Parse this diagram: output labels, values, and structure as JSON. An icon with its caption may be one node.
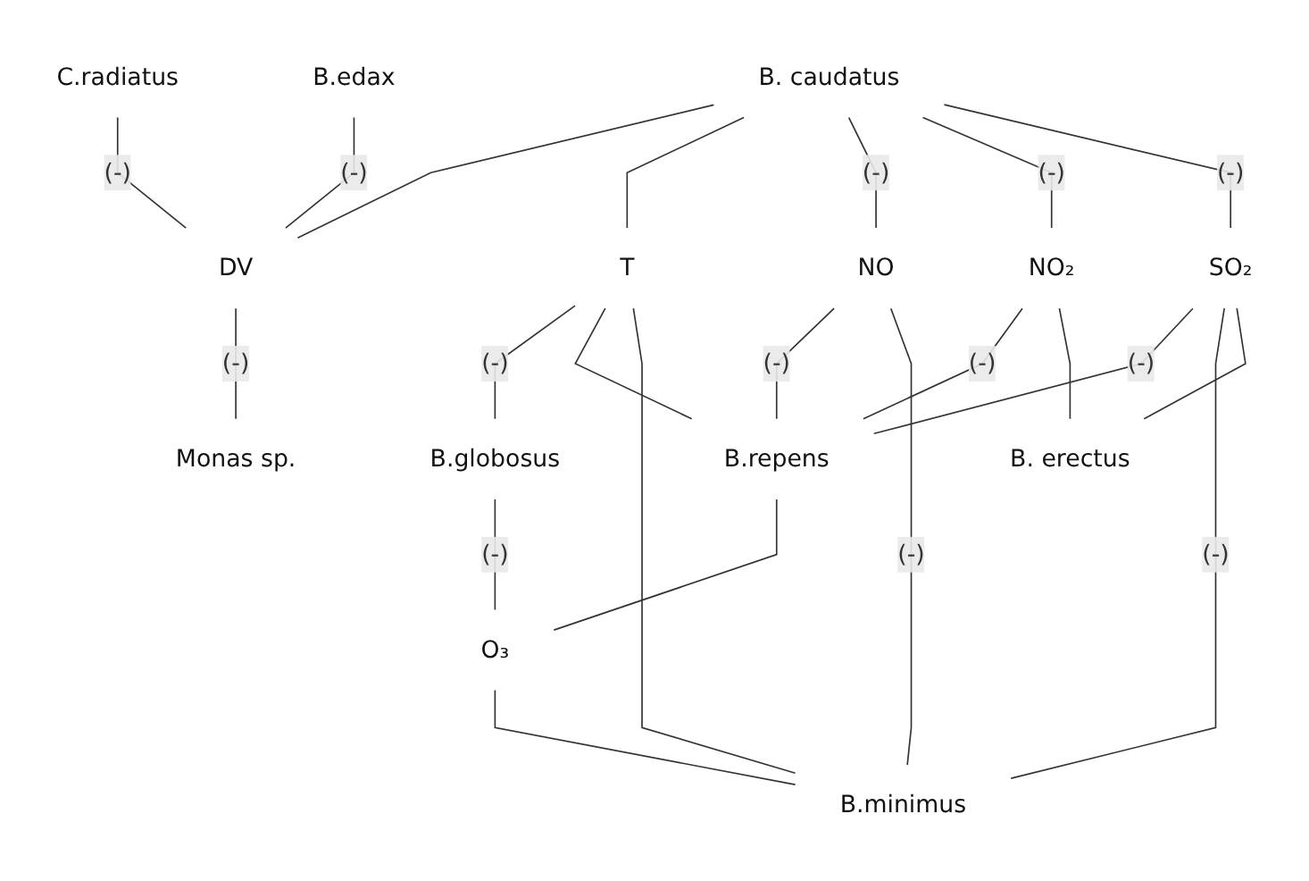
{
  "diagram": {
    "nodes": [
      {
        "text": [
          "B. caudatus"
        ]
      },
      {
        "text": [
          "C.radiatus"
        ]
      },
      {
        "text": [
          "B.edax"
        ]
      },
      {
        "text": [
          "T"
        ]
      },
      {
        "text": [
          "NO"
        ]
      },
      {
        "text": [
          "NO₂"
        ]
      },
      {
        "text": [
          "SO₂"
        ]
      },
      {
        "text": [
          "DV"
        ]
      },
      {
        "text": [
          "Monas sp."
        ]
      },
      {
        "text": [
          "B.globosus"
        ]
      },
      {
        "text": [
          "B.repens"
        ]
      },
      {
        "text": [
          "B. erectus"
        ]
      },
      {
        "text": [
          "O₃"
        ]
      },
      {
        "text": [
          "B.minimus"
        ]
      }
    ],
    "edges": [
      {
        "from": 0,
        "to": 7,
        "arrow": "none"
      },
      {
        "from": 0,
        "to": 3,
        "arrow": "none"
      },
      {
        "from": 0,
        "to": 4,
        "arrow": "none",
        "label": "(-)"
      },
      {
        "from": 0,
        "to": 5,
        "arrow": "none",
        "label": "(-)"
      },
      {
        "from": 0,
        "to": 6,
        "arrow": "none",
        "label": "(-)"
      },
      {
        "from": 1,
        "to": 7,
        "arrow": "none",
        "label": "(-)"
      },
      {
        "from": 2,
        "to": 7,
        "arrow": "none",
        "label": "(-)"
      },
      {
        "from": 7,
        "to": 8,
        "arrow": "none",
        "label": "(-)"
      },
      {
        "from": 3,
        "to": 9,
        "arrow": "none",
        "label": "(-)"
      },
      {
        "from": 3,
        "to": 10,
        "arrow": "none"
      },
      {
        "from": 3,
        "to": 13,
        "arrow": "none"
      },
      {
        "from": 4,
        "to": 10,
        "arrow": "none",
        "label": "(-)"
      },
      {
        "from": 4,
        "to": 13,
        "arrow": "none",
        "label": "(-)"
      },
      {
        "from": 5,
        "to": 10,
        "arrow": "none",
        "label": "(-)"
      },
      {
        "from": 5,
        "to": 11,
        "arrow": "none"
      },
      {
        "from": 6,
        "to": 10,
        "arrow": "none",
        "label": "(-)"
      },
      {
        "from": 6,
        "to": 13,
        "arrow": "none",
        "label": "(-)"
      },
      {
        "from": 6,
        "to": 11,
        "arrow": "none"
      },
      {
        "from": 9,
        "to": 12,
        "arrow": "none",
        "label": "(-)"
      },
      {
        "from": 10,
        "to": 12,
        "arrow": "none"
      },
      {
        "from": 12,
        "to": 13,
        "arrow": "none"
      }
    ]
  }
}
